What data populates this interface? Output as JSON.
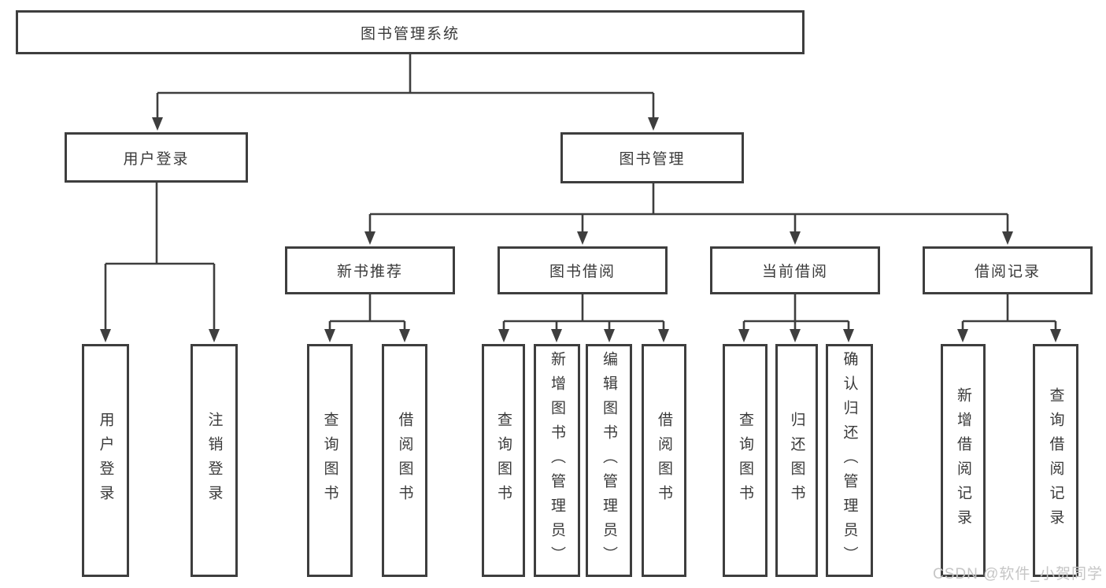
{
  "diagram": {
    "root": {
      "label": "图书管理系统"
    },
    "branches": [
      {
        "label": "用户登录",
        "children": [
          {
            "label": "用户登录"
          },
          {
            "label": "注销登录"
          }
        ]
      },
      {
        "label": "图书管理",
        "children": [
          {
            "label": "新书推荐",
            "children": [
              {
                "label": "查询图书"
              },
              {
                "label": "借阅图书"
              }
            ]
          },
          {
            "label": "图书借阅",
            "children": [
              {
                "label": "查询图书"
              },
              {
                "label": "新增图书（管理员）"
              },
              {
                "label": "编辑图书（管理员）"
              },
              {
                "label": "借阅图书"
              }
            ]
          },
          {
            "label": "当前借阅",
            "children": [
              {
                "label": "查询图书"
              },
              {
                "label": "归还图书"
              },
              {
                "label": "确认归还（管理员）"
              }
            ]
          },
          {
            "label": "借阅记录",
            "children": [
              {
                "label": "新增借阅记录"
              },
              {
                "label": "查询借阅记录"
              }
            ]
          }
        ]
      }
    ]
  },
  "watermark": {
    "text": "CSDN @软件_小贺同学"
  },
  "colors": {
    "line": "#3e3e3e",
    "box_border": "#3e3e3e",
    "text": "#3a3a3a",
    "watermark": "#c6c6c6",
    "background": "#ffffff"
  }
}
